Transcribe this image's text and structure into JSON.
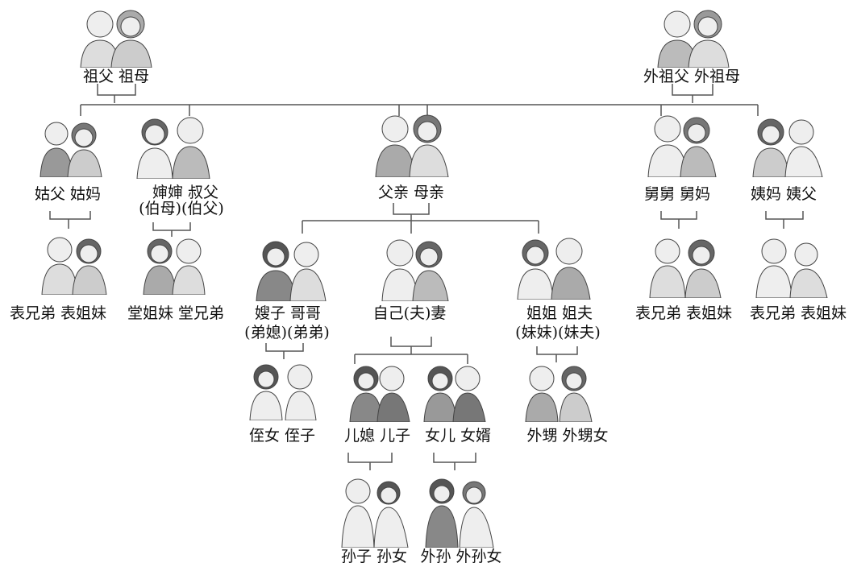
{
  "members": {
    "grandparents": "祖父 祖母",
    "maternal_grandparents": "外祖父 外祖母",
    "paternal_aunt_couple": "姑父 姑妈",
    "paternal_uncle_couple": "婶婶  叔父",
    "paternal_uncle_alt": "(伯母)(伯父)",
    "parents": "父亲 母亲",
    "maternal_uncle_couple": "舅舅 舅妈",
    "maternal_aunt_couple": "姨妈 姨父",
    "cousins_paternal_aunt": "表兄弟 表姐妹",
    "cousins_paternal_uncle": "堂姐妹 堂兄弟",
    "brother_couple": "嫂子 哥哥",
    "brother_couple_alt": "(弟媳)(弟弟)",
    "self": "自己(夫)妻",
    "sister_couple": "姐姐 姐夫",
    "sister_couple_alt": "(妹妹)(妹夫)",
    "cousins_maternal_uncle": "表兄弟 表姐妹",
    "cousins_maternal_aunt": "表兄弟 表姐妹",
    "brother_children": "侄女 侄子",
    "son_couple": "儿媳 儿子",
    "daughter_couple": "女儿 女婿",
    "sister_children": "外甥 外甥女",
    "son_children": "孙子 孙女",
    "daughter_children": "外孙 外孙女"
  }
}
